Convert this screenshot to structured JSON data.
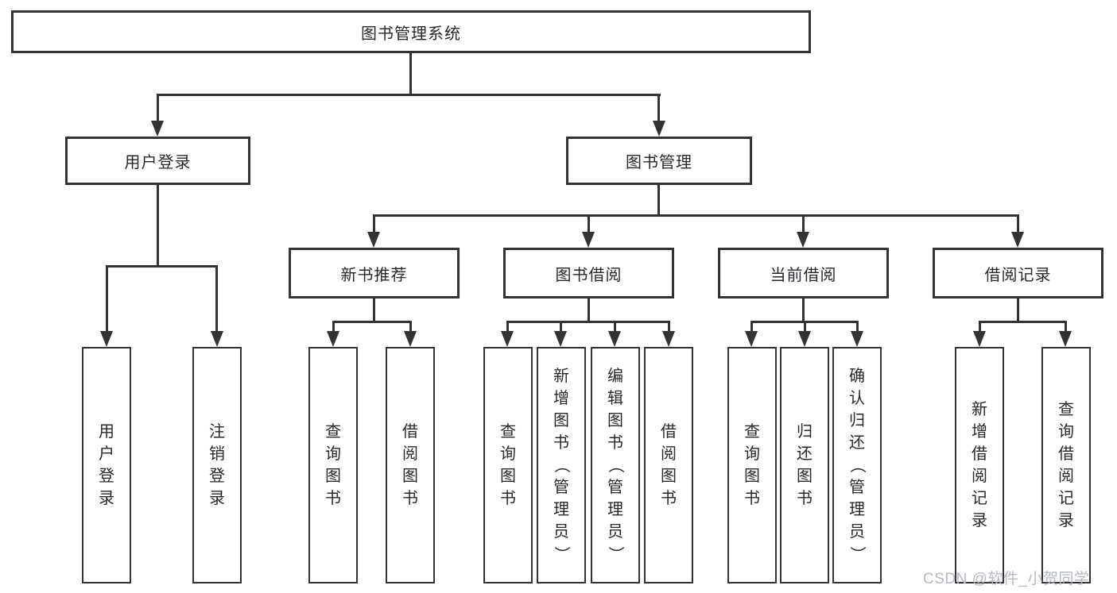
{
  "watermark": "CSDN @软件_小贺同学",
  "colors": {
    "line": "#333333",
    "text": "#26282b",
    "watermark_text": "#b5b9c0",
    "background": "#ffffff"
  },
  "tree": {
    "root": {
      "label": "图书管理系统"
    },
    "branches": [
      {
        "label": "用户登录",
        "children": [
          {
            "label": "用户登录"
          },
          {
            "label": "注销登录"
          }
        ]
      },
      {
        "label": "图书管理",
        "children": [
          {
            "label": "新书推荐",
            "children": [
              {
                "label": "查询图书"
              },
              {
                "label": "借阅图书"
              }
            ]
          },
          {
            "label": "图书借阅",
            "children": [
              {
                "label": "查询图书"
              },
              {
                "label": "新增图书（管理员）"
              },
              {
                "label": "编辑图书（管理员）"
              },
              {
                "label": "借阅图书"
              }
            ]
          },
          {
            "label": "当前借阅",
            "children": [
              {
                "label": "查询图书"
              },
              {
                "label": "归还图书"
              },
              {
                "label": "确认归还（管理员）"
              }
            ]
          },
          {
            "label": "借阅记录",
            "children": [
              {
                "label": "新增借阅记录"
              },
              {
                "label": "查询借阅记录"
              }
            ]
          }
        ]
      }
    ]
  }
}
